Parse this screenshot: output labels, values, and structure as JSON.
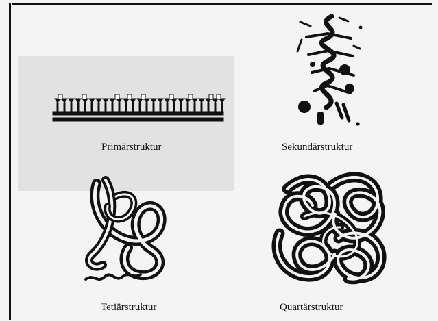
{
  "labels": {
    "primary": "Primärstruktur",
    "secondary": "Sekundärstruktur",
    "tertiary": "Tetiärstruktur",
    "quaternary": "Quartärstruktur"
  },
  "icons": {
    "primary": "primary-structure-chain-icon",
    "secondary": "secondary-structure-helix-icon",
    "tertiary": "tertiary-structure-fold-icon",
    "quaternary": "quaternary-structure-complex-icon"
  },
  "colors": {
    "ink": "#111111",
    "paper": "#f4f4f4",
    "ghost": "#dedede"
  }
}
